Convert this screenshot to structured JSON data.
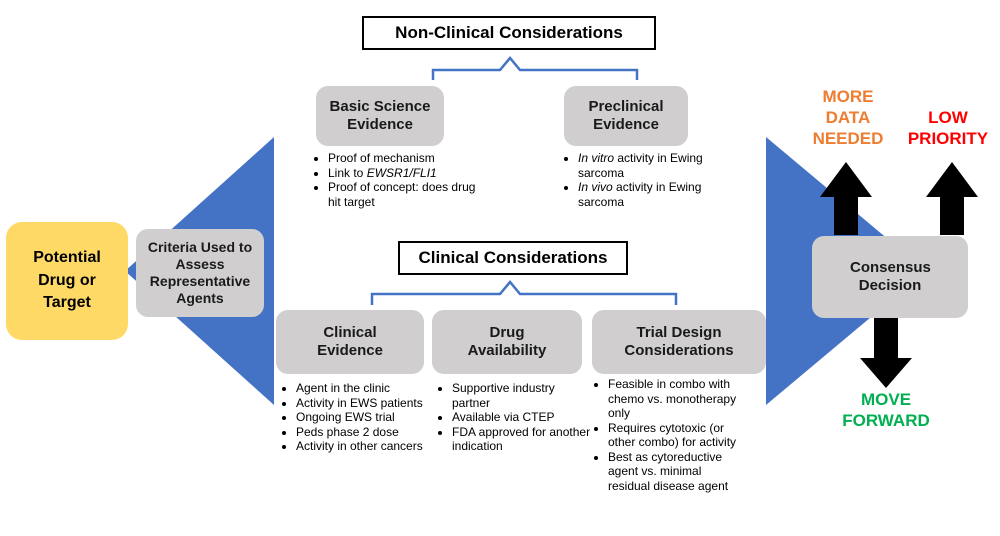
{
  "colors": {
    "triangle": "#4472c4",
    "bracket": "#4472c4",
    "gray_box": "#d0cece",
    "yellow_box": "#ffd966",
    "more_data": "#ed7d31",
    "low_priority": "#ff0000",
    "move_forward": "#00b050"
  },
  "start": {
    "label": "Potential Drug or Target"
  },
  "criteria": {
    "label": "Criteria Used to Assess Representative Agents"
  },
  "nonclinical": {
    "header": "Non-Clinical Considerations",
    "basic": {
      "title": "Basic Science Evidence",
      "bullets": [
        "Proof of mechanism",
        "Link to EWSR1/FLI1",
        "Proof of concept: does drug hit target"
      ]
    },
    "preclinical": {
      "title": "Preclinical Evidence",
      "bullets": [
        "In vitro activity in Ewing sarcoma",
        "In vivo activity in Ewing sarcoma"
      ]
    }
  },
  "clinical": {
    "header": "Clinical Considerations",
    "evidence": {
      "title": "Clinical Evidence",
      "bullets": [
        "Agent in the clinic",
        "Activity in EWS patients",
        "Ongoing EWS trial",
        "Peds phase 2 dose",
        "Activity in other cancers"
      ]
    },
    "availability": {
      "title": "Drug Availability",
      "bullets": [
        "Supportive industry partner",
        "Available via CTEP",
        "FDA approved for another indication"
      ]
    },
    "trial": {
      "title": "Trial Design Considerations",
      "bullets": [
        "Feasible in combo with chemo vs. monotherapy only",
        "Requires cytotoxic (or other combo) for activity",
        "Best as cytoreductive agent vs. minimal residual disease agent"
      ]
    }
  },
  "decision": {
    "label": "Consensus Decision"
  },
  "outcomes": {
    "more_data": "MORE DATA NEEDED",
    "low_priority": "LOW PRIORITY",
    "move_forward": "MOVE FORWARD"
  }
}
